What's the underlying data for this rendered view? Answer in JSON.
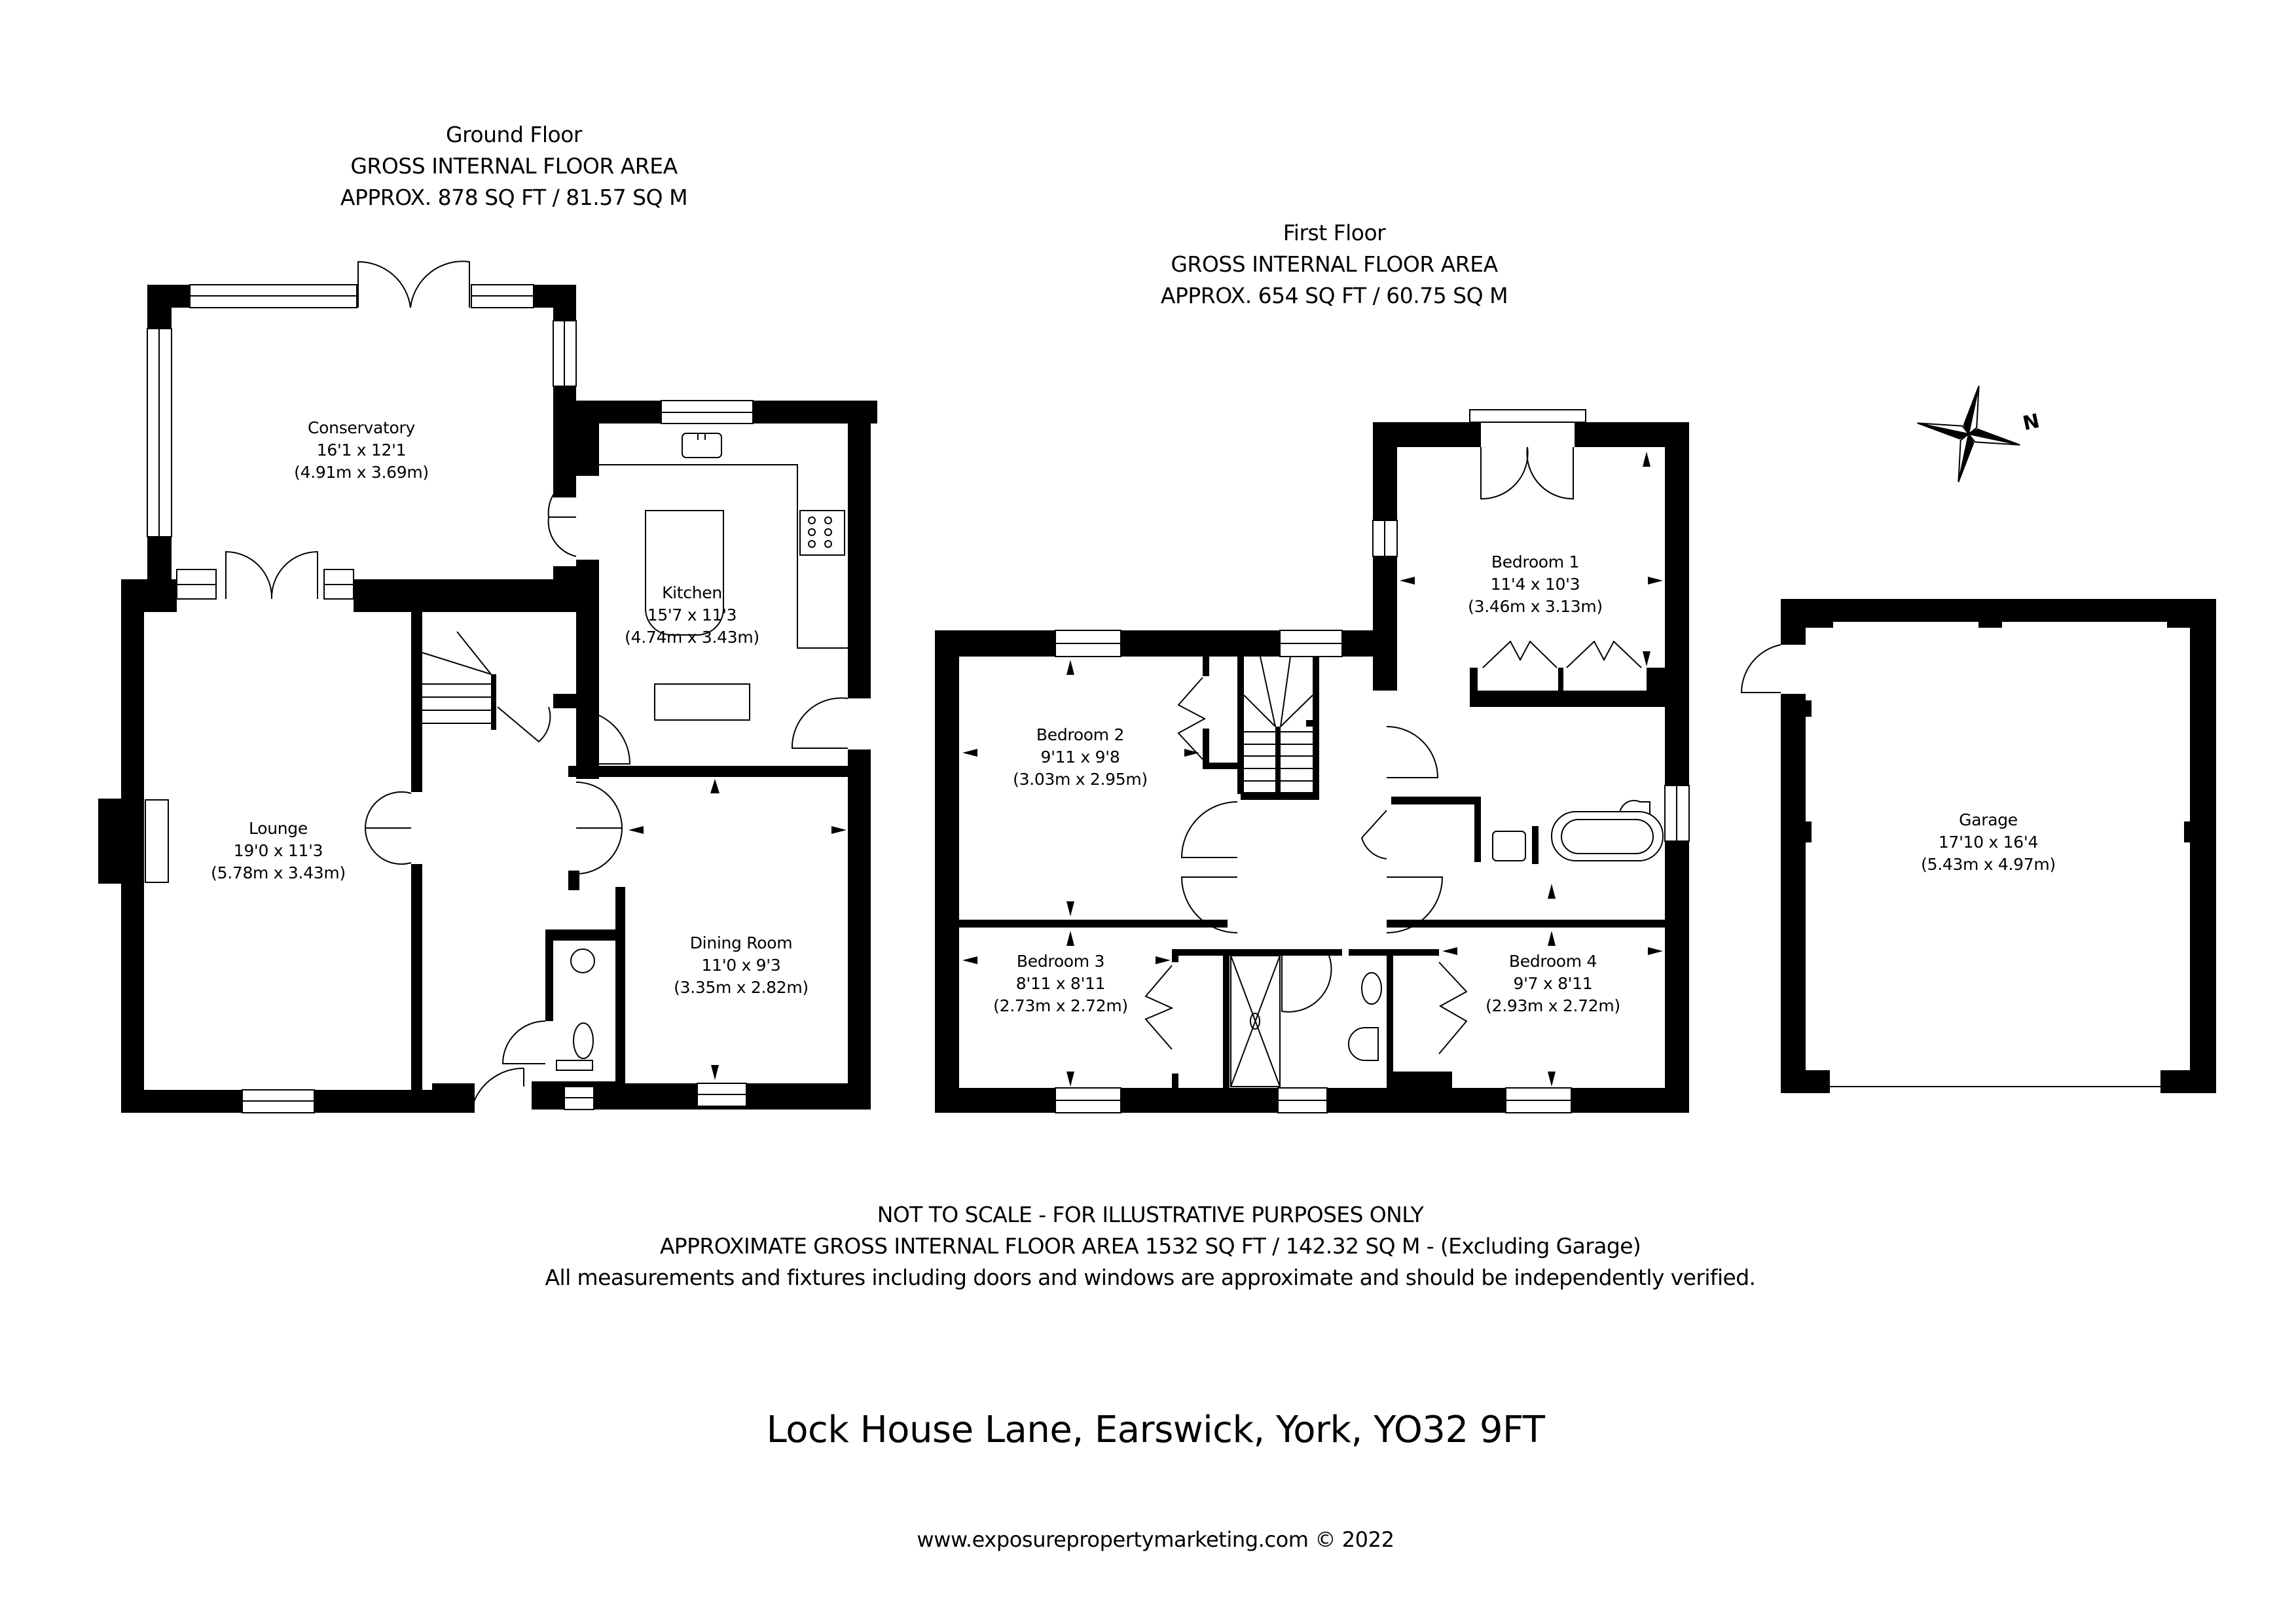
{
  "ground_floor": {
    "title": "Ground Floor",
    "area_label": "GROSS INTERNAL FLOOR AREA",
    "area_value": "APPROX. 878 SQ FT / 81.57 SQ M",
    "rooms": [
      {
        "name": "Conservatory",
        "imperial": "16'1 x 12'1",
        "metric": "(4.91m x 3.69m)"
      },
      {
        "name": "Kitchen",
        "imperial": "15'7 x 11'3",
        "metric": "(4.74m x 3.43m)"
      },
      {
        "name": "Lounge",
        "imperial": "19'0 x 11'3",
        "metric": "(5.78m x 3.43m)"
      },
      {
        "name": "Dining Room",
        "imperial": "11'0 x 9'3",
        "metric": "(3.35m x 2.82m)"
      }
    ]
  },
  "first_floor": {
    "title": "First Floor",
    "area_label": "GROSS INTERNAL FLOOR AREA",
    "area_value": "APPROX. 654 SQ FT / 60.75 SQ M",
    "rooms": [
      {
        "name": "Bedroom 1",
        "imperial": "11'4 x 10'3",
        "metric": "(3.46m x 3.13m)"
      },
      {
        "name": "Bedroom 2",
        "imperial": "9'11 x 9'8",
        "metric": "(3.03m x 2.95m)"
      },
      {
        "name": "Bedroom 3",
        "imperial": "8'11 x 8'11",
        "metric": "(2.73m x 2.72m)"
      },
      {
        "name": "Bedroom 4",
        "imperial": "9'7 x 8'11",
        "metric": "(2.93m x 2.72m)"
      }
    ]
  },
  "garage": {
    "name": "Garage",
    "imperial": "17'10 x 16'4",
    "metric": "(5.43m x 4.97m)"
  },
  "compass": {
    "icon": "compass-rose-icon",
    "north_label": "N"
  },
  "footer": {
    "disclaimer_1": "NOT TO SCALE - FOR ILLUSTRATIVE PURPOSES ONLY",
    "disclaimer_2": "APPROXIMATE GROSS INTERNAL FLOOR AREA 1532 SQ FT / 142.32 SQ M - (Excluding Garage)",
    "disclaimer_3": "All measurements and fixtures including doors and windows are approximate and should be independently verified.",
    "address": "Lock House Lane, Earswick, York, YO32 9FT",
    "website": "www.exposurepropertymarketing.com © 2022"
  },
  "colors": {
    "wall": "#000000",
    "background": "#ffffff",
    "text": "#000000"
  }
}
